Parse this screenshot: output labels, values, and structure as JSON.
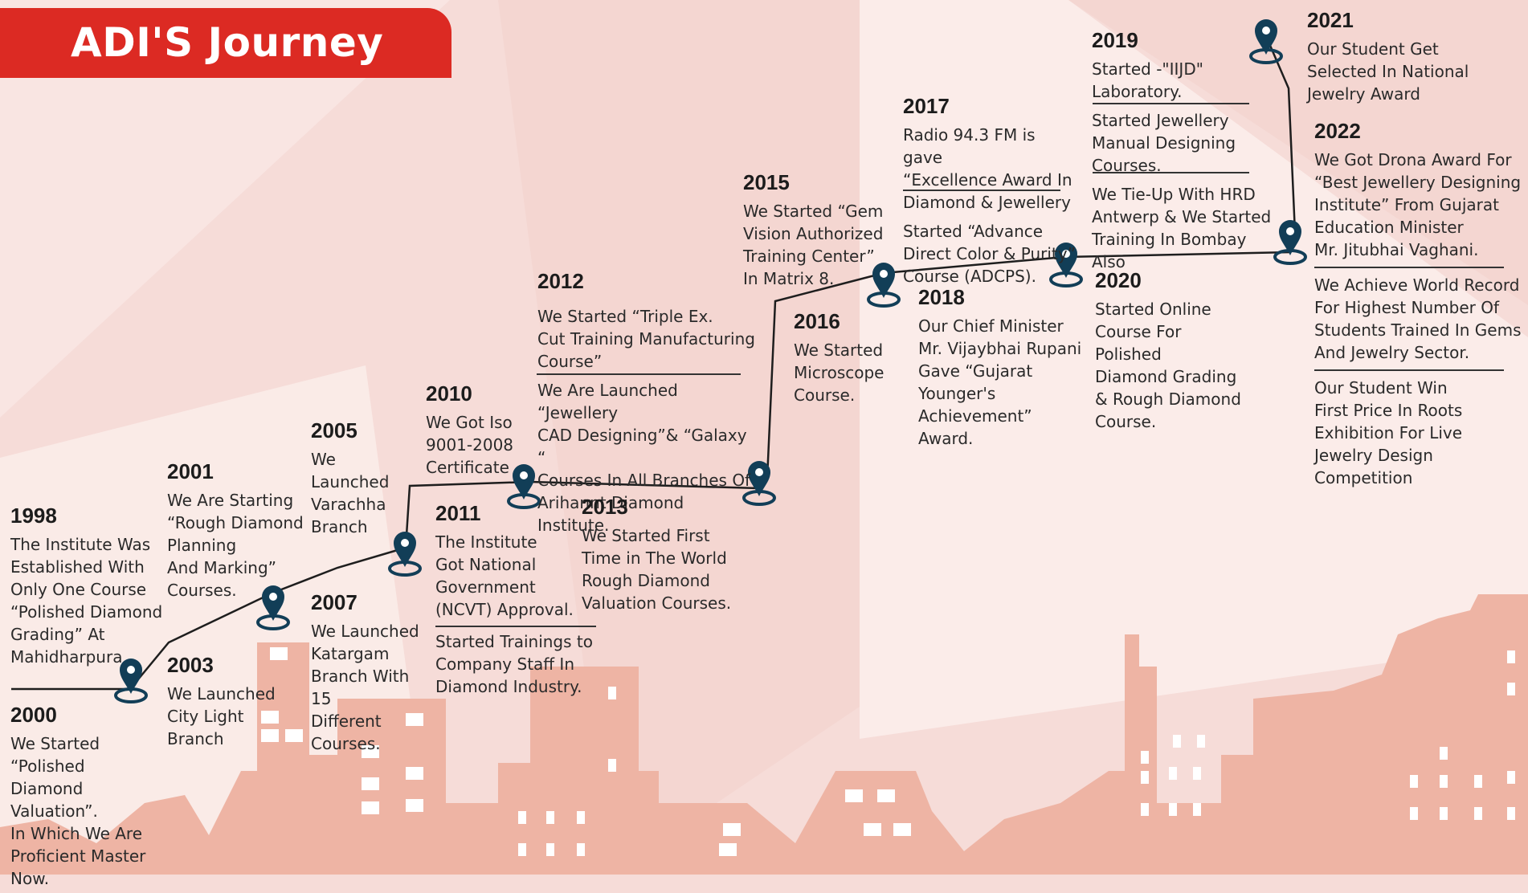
{
  "title": "ADI'S Journey",
  "colors": {
    "banner": "#dc2a23",
    "background": "#f6dcd8",
    "buildings": "#eeb4a4",
    "marker": "#123e57",
    "line": "#1e1e1e"
  },
  "events": [
    {
      "year": "1998",
      "paragraphs": [
        "The Institute Was\nEstablished With\nOnly One Course\n“Polished Diamond\nGrading” At\nMahidharpura"
      ]
    },
    {
      "year": "2000",
      "paragraphs": [
        "We Started\n“Polished\nDiamond Valuation”.\nIn Which We Are\nProficient Master\nNow."
      ]
    },
    {
      "year": "2001",
      "paragraphs": [
        "We Are Starting\n“Rough Diamond\nPlanning\nAnd Marking”\nCourses."
      ]
    },
    {
      "year": "2003",
      "paragraphs": [
        "We Launched\nCity Light\nBranch"
      ]
    },
    {
      "year": "2005",
      "paragraphs": [
        "We\nLaunched\nVarachha\nBranch"
      ]
    },
    {
      "year": "2007",
      "paragraphs": [
        "We Launched\nKatargam\nBranch With 15\nDifferent\nCourses."
      ]
    },
    {
      "year": "2010",
      "paragraphs": [
        "We Got Iso\n9001-2008\nCertificate"
      ]
    },
    {
      "year": "2011",
      "paragraphs": [
        "The Institute\nGot National\nGovernment\n(NCVT) Approval.",
        "Started Trainings to\nCompany Staff In\nDiamond Industry."
      ]
    },
    {
      "year": "2012",
      "paragraphs": [
        "We Started “Triple Ex.\nCut Training Manufacturing\nCourse”",
        "We Are Launched “Jewellery\nCAD Designing”& “Galaxy “\nCourses In All Branches Of\n Arihannt Diamond Institute."
      ]
    },
    {
      "year": "2013",
      "paragraphs": [
        "We Started First\nTime in The World\nRough Diamond\nValuation Courses."
      ]
    },
    {
      "year": "2015",
      "paragraphs": [
        "We Started “Gem\nVision Authorized\nTraining Center”\nIn Matrix 8."
      ]
    },
    {
      "year": "2016",
      "paragraphs": [
        "We Started\nMicroscope\nCourse."
      ]
    },
    {
      "year": "2017",
      "paragraphs": [
        "Radio 94.3 FM is gave\n“Excellence Award In\nDiamond & Jewellery",
        "Started “Advance\nDirect Color & Purity”\nCourse  (ADCPS)."
      ]
    },
    {
      "year": "2018",
      "paragraphs": [
        "Our Chief Minister\nMr. Vijaybhai Rupani\nGave “Gujarat\nYounger's\nAchievement”\nAward."
      ]
    },
    {
      "year": "2019",
      "paragraphs": [
        "Started -\"IIJD\"\nLaboratory.",
        "Started Jewellery\nManual Designing\nCourses.",
        "We Tie-Up With HRD\nAntwerp & We Started\nTraining In Bombay Also"
      ]
    },
    {
      "year": "2020",
      "paragraphs": [
        "Started Online\nCourse For\nPolished\nDiamond Grading\n& Rough Diamond\nCourse."
      ]
    },
    {
      "year": "2021",
      "paragraphs": [
        "Our Student Get\nSelected In National\nJewelry Award"
      ]
    },
    {
      "year": "2022",
      "paragraphs": [
        "We Got Drona Award For\n“Best Jewellery Designing\nInstitute”  From Gujarat\nEducation Minister\nMr. Jitubhai Vaghani.",
        "We Achieve World Record\nFor Highest Number Of\nStudents Trained In Gems\nAnd Jewelry Sector.",
        "Our Student Win\nFirst Price In Roots\nExhibition For Live\nJewelry Design\nCompetition"
      ]
    }
  ]
}
